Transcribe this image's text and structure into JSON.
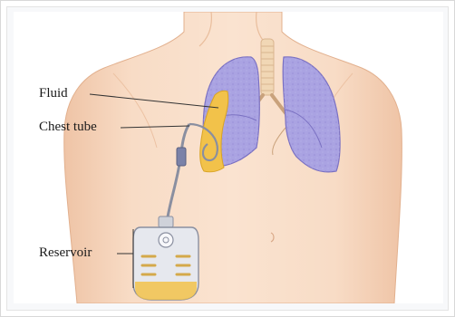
{
  "labels": {
    "fluid": "Fluid",
    "chest_tube": "Chest tube",
    "reservoir": "Reservoir"
  },
  "colors": {
    "skin": "#f6d6bd",
    "skin_shadow": "#eec0a0",
    "lung": "#a79fe0",
    "lung_dark": "#7f75c8",
    "fluid": "#f2c24a",
    "trachea": "#f3dcbf",
    "tube": "#8a8fa0",
    "label_line": "#333333"
  }
}
